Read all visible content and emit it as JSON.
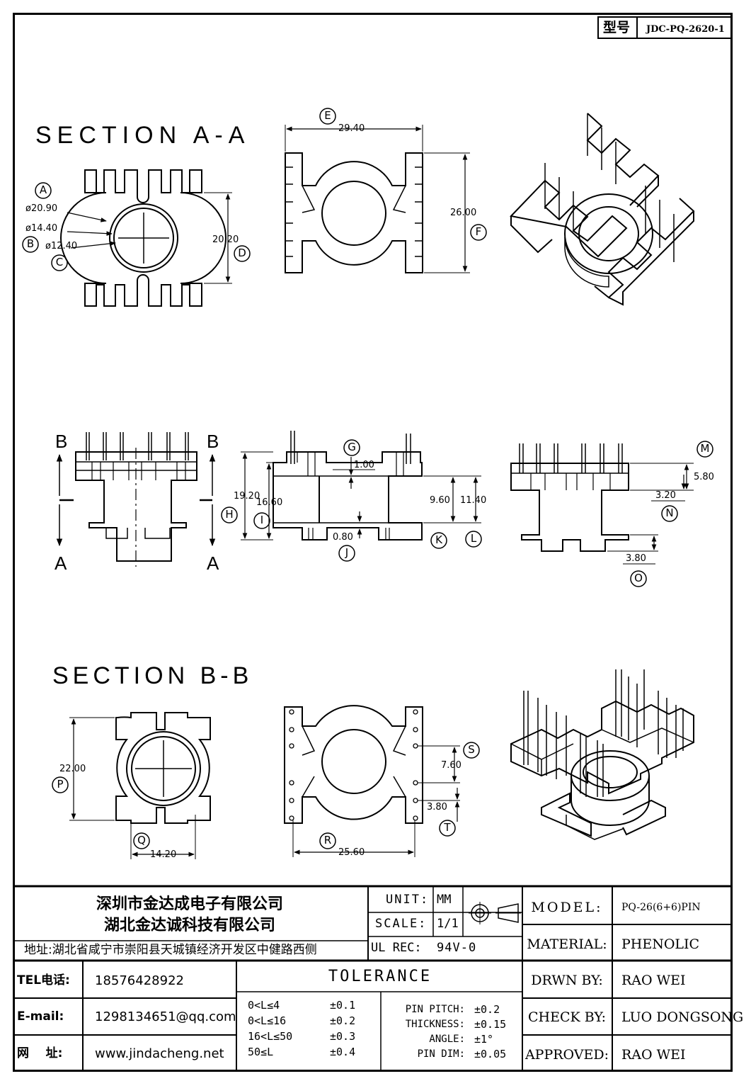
{
  "model_box": {
    "label": "型号",
    "value": "JDC-PQ-2620-1"
  },
  "views": {
    "section_aa": "SECTION A-A",
    "section_bb": "SECTION B-B",
    "section_marks": {
      "b": "B",
      "a": "A"
    }
  },
  "dimensions": [
    {
      "letter": "A",
      "value": "ø20.90"
    },
    {
      "letter": "B",
      "value": "ø14.40"
    },
    {
      "letter": "C",
      "value": "ø12.40"
    },
    {
      "letter": "D",
      "value": "20.20"
    },
    {
      "letter": "E",
      "value": "29.40"
    },
    {
      "letter": "F",
      "value": "26.00"
    },
    {
      "letter": "G",
      "value": "1.00"
    },
    {
      "letter": "H",
      "value": "19.20"
    },
    {
      "letter": "I",
      "value": "16.60"
    },
    {
      "letter": "J",
      "value": "0.80"
    },
    {
      "letter": "K",
      "value": "9.60"
    },
    {
      "letter": "L",
      "value": "11.40"
    },
    {
      "letter": "M",
      "value": "5.80"
    },
    {
      "letter": "N",
      "value": "3.20"
    },
    {
      "letter": "O",
      "value": "3.80"
    },
    {
      "letter": "P",
      "value": "22.00"
    },
    {
      "letter": "Q",
      "value": "14.20"
    },
    {
      "letter": "R",
      "value": "25.60"
    },
    {
      "letter": "S",
      "value": "7.60"
    },
    {
      "letter": "T",
      "value": "3.80"
    }
  ],
  "title_block": {
    "company1": "深圳市金达成电子有限公司",
    "company2": "湖北金达诚科技有限公司",
    "address": "地址:湖北省咸宁市崇阳县天城镇经济开发区中健路西侧",
    "tel_label": "TEL电话:",
    "tel": "18576428922",
    "email_label": "E-mail:",
    "email": "1298134651@qq.com",
    "web_label": "网    址:",
    "web": "www.jindacheng.net",
    "unit_label": "UNIT:",
    "unit": "MM",
    "scale_label": "SCALE:",
    "scale": "1/1",
    "ulrec_label": "UL REC:",
    "ulrec": "94V-0",
    "tolerance_title": "TOLERANCE",
    "tolerances": [
      {
        "range": "0<L≤4",
        "value": "±0.1"
      },
      {
        "range": "0<L≤16",
        "value": "±0.2"
      },
      {
        "range": "16<L≤50",
        "value": "±0.3"
      },
      {
        "range": "50≤L",
        "value": "±0.4"
      }
    ],
    "specs": [
      {
        "label": "PIN PITCH:",
        "value": "±0.2"
      },
      {
        "label": "THICKNESS:",
        "value": "±0.15"
      },
      {
        "label": "ANGLE:",
        "value": "±1°"
      },
      {
        "label": "PIN DIM:",
        "value": "±0.05"
      }
    ],
    "model_label": "MODEL:",
    "model": "PQ-26(6+6)PIN",
    "material_label": "MATERIAL:",
    "material": "PHENOLIC",
    "drawn_label": "DRWN BY:",
    "drawn": "RAO WEI",
    "check_label": "CHECK BY:",
    "check": "LUO DONGSONG",
    "approved_label": "APPROVED:",
    "approved": "RAO WEI"
  }
}
